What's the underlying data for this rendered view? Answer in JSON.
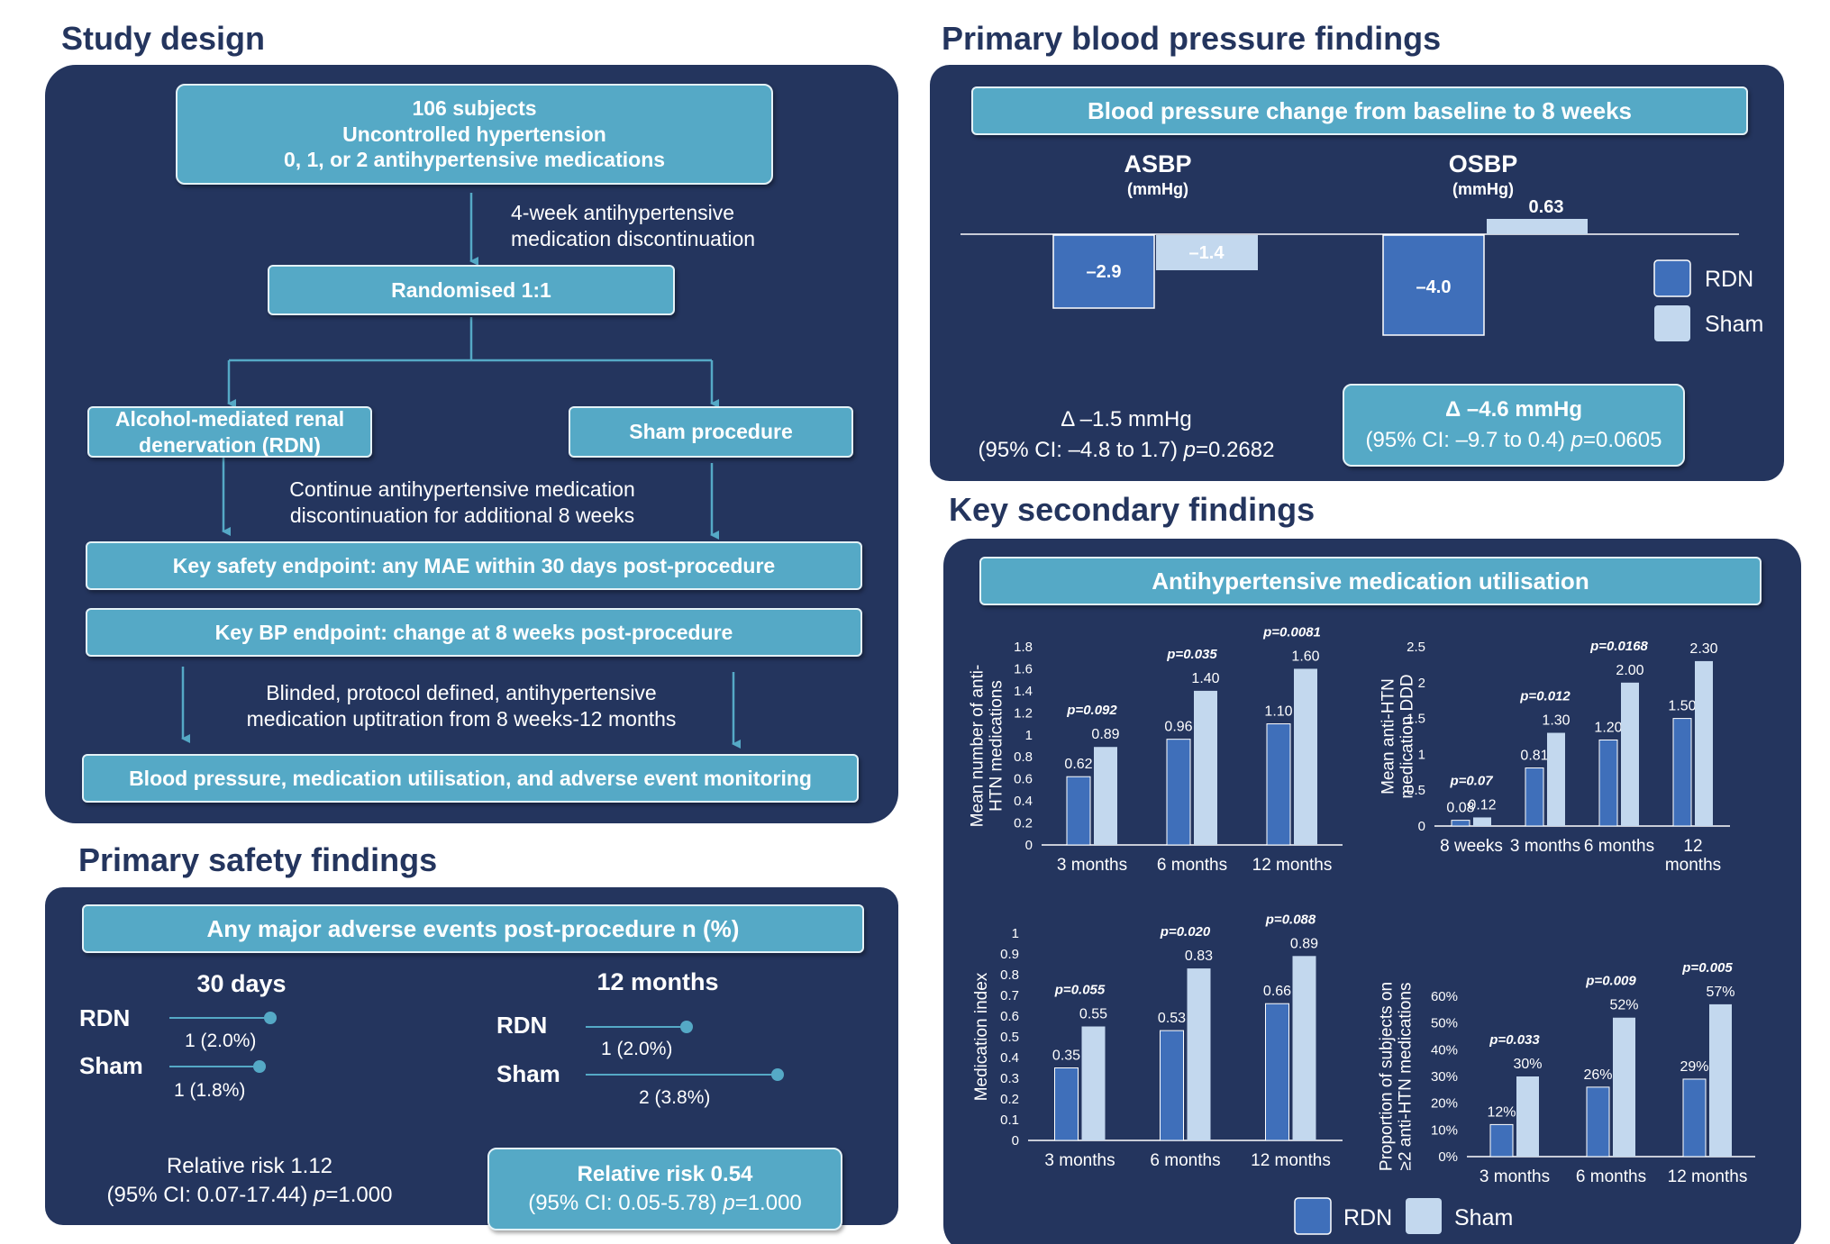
{
  "study_design": {
    "title": "Study design",
    "subjects_lines": [
      "106 subjects",
      "Uncontrolled hypertension",
      "0, 1, or 2 antihypertensive medications"
    ],
    "discontinuation_note_lines": [
      "4-week antihypertensive",
      "medication discontinuation"
    ],
    "randomised": "Randomised 1:1",
    "arm_rdn_lines": [
      "Alcohol-mediated renal",
      "denervation (RDN)"
    ],
    "arm_sham": "Sham procedure",
    "continue_note_lines": [
      "Continue antihypertensive medication",
      "discontinuation for additional 8 weeks"
    ],
    "safety_endpoint": "Key safety endpoint: any MAE within 30 days post-procedure",
    "bp_endpoint": "Key BP endpoint: change at 8 weeks post-procedure",
    "uptitration_note_lines": [
      "Blinded, protocol defined, antihypertensive",
      "medication uptitration from 8 weeks-12 months"
    ],
    "monitoring": "Blood pressure, medication utilisation, and adverse event monitoring"
  },
  "primary_bp": {
    "title": "Primary blood pressure findings",
    "header": "Blood pressure change from baseline to 8 weeks",
    "asbp": {
      "label": "ASBP",
      "unit": "(mmHg)",
      "rdn": "–2.9",
      "sham": "–1.4",
      "delta": "Δ –1.5 mmHg",
      "ci": "(95% CI: –4.8 to 1.7) ",
      "p_label": "p",
      "p_value": "=0.2682"
    },
    "osbp": {
      "label": "OSBP",
      "unit": "(mmHg)",
      "rdn": "–4.0",
      "sham": "0.63",
      "delta": "Δ –4.6 mmHg",
      "ci": "(95% CI: –9.7 to 0.4) ",
      "p_label": "p",
      "p_value": "=0.0605"
    },
    "legend": {
      "rdn": "RDN",
      "sham": "Sham"
    },
    "colors": {
      "rdn": "#3f6fba",
      "sham": "#c3d8ee",
      "accent": "#55a9c6"
    }
  },
  "primary_safety": {
    "title": "Primary safety findings",
    "header": "Any major adverse events post-procedure n (%)",
    "d30": {
      "label": "30 days",
      "rdn_label": "RDN",
      "rdn_value": "1 (2.0%)",
      "sham_label": "Sham",
      "sham_value": "1 (1.8%)",
      "rr": "Relative risk 1.12",
      "ci": "(95% CI: 0.07-17.44) ",
      "p_label": "p",
      "p_value": "=1.000"
    },
    "m12": {
      "label": "12 months",
      "rdn_label": "RDN",
      "rdn_value": "1 (2.0%)",
      "sham_label": "Sham",
      "sham_value": "2 (3.8%)",
      "rr": "Relative risk 0.54",
      "ci": "(95% CI: 0.05-5.78) ",
      "p_label": "p",
      "p_value": "=1.000"
    }
  },
  "secondary": {
    "title": "Key secondary findings",
    "header": "Antihypertensive medication utilisation",
    "legend": {
      "rdn": "RDN",
      "sham": "Sham"
    }
  },
  "chart_data": [
    {
      "type": "bar",
      "ylabel_lines": [
        "Mean number of anti-",
        "HTN medications"
      ],
      "categories": [
        [
          "3 months"
        ],
        [
          "6 months"
        ],
        [
          "12 months"
        ]
      ],
      "ylim": [
        0,
        1.8
      ],
      "yticks": [
        "0",
        "0.2",
        "0.4",
        "0.6",
        "0.8",
        "1",
        "1.2",
        "1.4",
        "1.6",
        "1.8"
      ],
      "series": [
        {
          "name": "RDN",
          "values": [
            0.62,
            0.96,
            1.1
          ],
          "labels": [
            "0.62",
            "0.96",
            "1.10"
          ]
        },
        {
          "name": "Sham",
          "values": [
            0.89,
            1.4,
            1.6
          ],
          "labels": [
            "0.89",
            "1.40",
            "1.60"
          ]
        }
      ],
      "pvalues": [
        "p=0.092",
        "p=0.035",
        "p=0.0081"
      ]
    },
    {
      "type": "bar",
      "ylabel_lines": [
        "Mean anti-HTN",
        "medication DDD"
      ],
      "categories": [
        [
          "8 weeks"
        ],
        [
          "3 months"
        ],
        [
          "6 months"
        ],
        [
          "12",
          "months"
        ]
      ],
      "ylim": [
        0,
        2.5
      ],
      "yticks": [
        "0",
        "0.5",
        "1",
        "1.5",
        "2",
        "2.5"
      ],
      "series": [
        {
          "name": "RDN",
          "values": [
            0.08,
            0.81,
            1.2,
            1.5
          ],
          "labels": [
            "0.08",
            "0.81",
            "1.20",
            "1.50"
          ]
        },
        {
          "name": "Sham",
          "values": [
            0.12,
            1.3,
            2.0,
            2.3
          ],
          "labels": [
            "0.12",
            "1.30",
            "2.00",
            "2.30"
          ]
        }
      ],
      "pvalues": [
        "p=0.07",
        "p=0.012",
        "p=0.0168"
      ]
    },
    {
      "type": "bar",
      "ylabel_lines": [
        "Medication index"
      ],
      "categories": [
        [
          "3 months"
        ],
        [
          "6 months"
        ],
        [
          "12 months"
        ]
      ],
      "ylim": [
        0,
        1
      ],
      "yticks": [
        "0",
        "0.1",
        "0.2",
        "0.3",
        "0.4",
        "0.5",
        "0.6",
        "0.7",
        "0.8",
        "0.9",
        "1"
      ],
      "series": [
        {
          "name": "RDN",
          "values": [
            0.35,
            0.53,
            0.66
          ],
          "labels": [
            "0.35",
            "0.53",
            "0.66"
          ]
        },
        {
          "name": "Sham",
          "values": [
            0.55,
            0.83,
            0.89
          ],
          "labels": [
            "0.55",
            "0.83",
            "0.89"
          ]
        }
      ],
      "pvalues": [
        "p=0.055",
        "p=0.020",
        "p=0.088"
      ]
    },
    {
      "type": "bar",
      "ylabel_lines": [
        "Proportion of subjects on",
        "≥2 anti-HTN medications"
      ],
      "categories": [
        [
          "3 months"
        ],
        [
          "6 months"
        ],
        [
          "12 months"
        ]
      ],
      "ylim": [
        0,
        60
      ],
      "yticks": [
        "0%",
        "10%",
        "20%",
        "30%",
        "40%",
        "50%",
        "60%"
      ],
      "series": [
        {
          "name": "RDN",
          "values": [
            12,
            26,
            29
          ],
          "labels": [
            "12%",
            "26%",
            "29%"
          ]
        },
        {
          "name": "Sham",
          "values": [
            30,
            52,
            57
          ],
          "labels": [
            "30%",
            "52%",
            "57%"
          ]
        }
      ],
      "pvalues": [
        "p=0.033",
        "p=0.009",
        "p=0.005"
      ]
    }
  ]
}
